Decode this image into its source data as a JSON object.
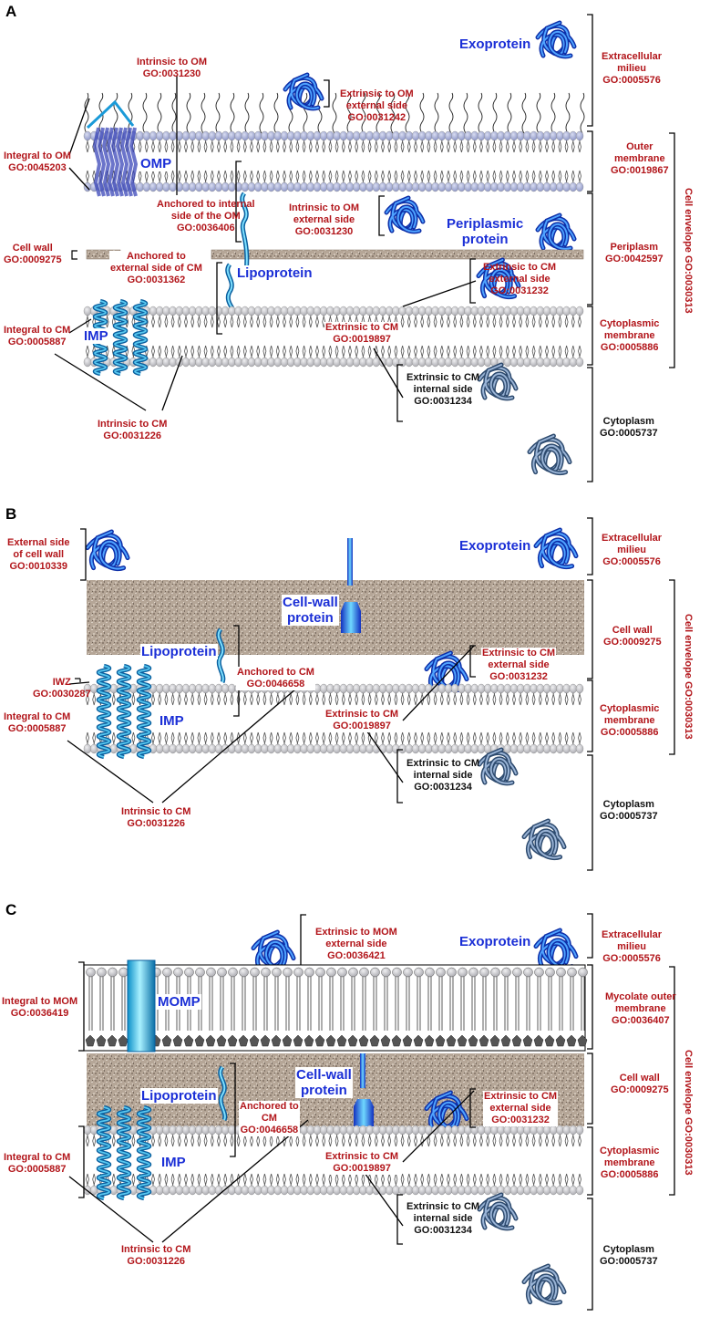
{
  "colors": {
    "label_red": "#b2151a",
    "label_black": "#111111",
    "protein_blue": "#1b2fd6",
    "wall": "#b8a898",
    "lipid_head": "#c8c8cc",
    "lipid_head_dark": "#8f8f95"
  },
  "panels": {
    "A": {
      "letter": "A",
      "exoprotein": "Exoprotein",
      "omp": "OMP",
      "periplasmic": [
        "Periplasmic",
        "protein"
      ],
      "lipoprotein": "Lipoprotein",
      "imp": "IMP",
      "intrinsic_om": [
        "Intrinsic to OM",
        "GO:0031230"
      ],
      "extrinsic_om_ext": [
        "Extrinsic to OM",
        "external side",
        "GO:0031242"
      ],
      "integral_om": [
        "Integral to OM",
        "GO:0045203"
      ],
      "anchored_int_om": [
        "Anchored to internal",
        "side of the OM",
        "GO:0036406"
      ],
      "intrinsic_om2": [
        "Intrinsic to OM",
        "external side",
        "GO:0031230"
      ],
      "cell_wall": [
        "Cell wall",
        "GO:0009275"
      ],
      "anchored_ext_cm": [
        "Anchored to",
        "external side of CM",
        "GO:0031362"
      ],
      "extrinsic_cm_ext": [
        "Extrinsic to CM",
        "external side",
        "GO:0031232"
      ],
      "integral_cm": [
        "Integral to CM",
        "GO:0005887"
      ],
      "extrinsic_cm": [
        "Extrinsic to CM",
        "GO:0019897"
      ],
      "extrinsic_cm_int": [
        "Extrinsic to CM",
        "internal side",
        "GO:0031234"
      ],
      "intrinsic_cm": [
        "Intrinsic to CM",
        "GO:0031226"
      ],
      "extracellular": [
        "Extracellular",
        "milieu",
        "GO:0005576"
      ],
      "outer_membrane": [
        "Outer",
        "membrane",
        "GO:0019867"
      ],
      "periplasm": [
        "Periplasm",
        "GO:0042597"
      ],
      "cyto_membrane": [
        "Cytoplasmic",
        "membrane",
        "GO:0005886"
      ],
      "cytoplasm": [
        "Cytoplasm",
        "GO:0005737"
      ],
      "cell_envelope": "Cell envelope GO:0030313"
    },
    "B": {
      "letter": "B",
      "exoprotein": "Exoprotein",
      "cellwall_protein": [
        "Cell-wall",
        "protein"
      ],
      "lipoprotein": "Lipoprotein",
      "imp": "IMP",
      "ext_cell_wall": [
        "External side",
        "of cell wall",
        "GO:0010339"
      ],
      "iwz": [
        "IWZ",
        "GO:0030287"
      ],
      "integral_cm": [
        "Integral to CM",
        "GO:0005887"
      ],
      "anchored_cm": [
        "Anchored to CM",
        "GO:0046658"
      ],
      "extrinsic_cm_ext": [
        "Extrinsic to CM",
        "external side",
        "GO:0031232"
      ],
      "extrinsic_cm": [
        "Extrinsic to CM",
        "GO:0019897"
      ],
      "extrinsic_cm_int": [
        "Extrinsic to CM",
        "internal side",
        "GO:0031234"
      ],
      "intrinsic_cm": [
        "Intrinsic to CM",
        "GO:0031226"
      ],
      "extracellular": [
        "Extracellular",
        "milieu",
        "GO:0005576"
      ],
      "cell_wall": [
        "Cell wall",
        "GO:0009275"
      ],
      "cyto_membrane": [
        "Cytoplasmic",
        "membrane",
        "GO:0005886"
      ],
      "cytoplasm": [
        "Cytoplasm",
        "GO:0005737"
      ],
      "cell_envelope": "Cell envelope GO:0030313"
    },
    "C": {
      "letter": "C",
      "exoprotein": "Exoprotein",
      "momp": "MOMP",
      "cellwall_protein": [
        "Cell-wall",
        "protein"
      ],
      "lipoprotein": "Lipoprotein",
      "imp": "IMP",
      "extrinsic_mom_ext": [
        "Extrinsic to MOM",
        "external side",
        "GO:0036421"
      ],
      "integral_mom": [
        "Integral to MOM",
        "GO:0036419"
      ],
      "anchored_cm": [
        "Anchored to",
        "CM",
        "GO:0046658"
      ],
      "extrinsic_cm_ext": [
        "Extrinsic to CM",
        "external side",
        "GO:0031232"
      ],
      "integral_cm": [
        "Integral to CM",
        "GO:0005887"
      ],
      "extrinsic_cm": [
        "Extrinsic to CM",
        "GO:0019897"
      ],
      "extrinsic_cm_int": [
        "Extrinsic to CM",
        "internal side",
        "GO:0031234"
      ],
      "intrinsic_cm": [
        "Intrinsic to CM",
        "GO:0031226"
      ],
      "extracellular": [
        "Extracellular",
        "milieu",
        "GO:0005576"
      ],
      "mycolate": [
        "Mycolate outer",
        "membrane",
        "GO:0036407"
      ],
      "cell_wall": [
        "Cell wall",
        "GO:0009275"
      ],
      "cyto_membrane": [
        "Cytoplasmic",
        "membrane",
        "GO:0005886"
      ],
      "cytoplasm": [
        "Cytoplasm",
        "GO:0005737"
      ],
      "cell_envelope": "Cell envelope GO:0030313"
    }
  }
}
